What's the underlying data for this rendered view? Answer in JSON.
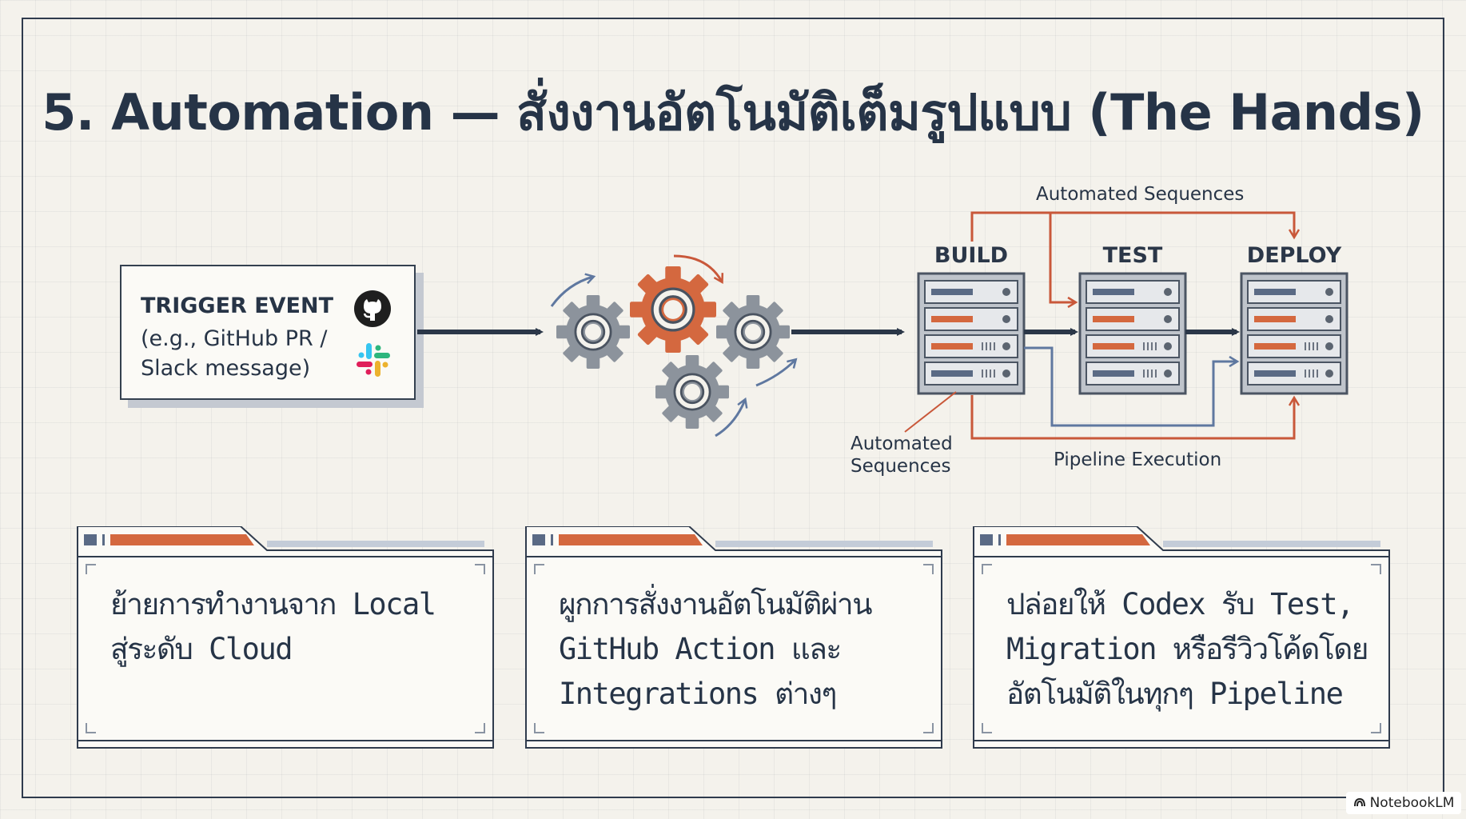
{
  "title": "5. Automation — สั่งงานอัตโนมัติเต็มรูปแบบ (The Hands)",
  "trigger": {
    "title": "TRIGGER EVENT",
    "detail": "(e.g., GitHub PR /\nSlack message)",
    "icons": [
      "github-icon",
      "slack-icon"
    ]
  },
  "stages": [
    "BUILD",
    "TEST",
    "DEPLOY"
  ],
  "annotations": {
    "top": "Automated Sequences",
    "bottom_left": "Automated\nSequences",
    "bottom": "Pipeline Execution"
  },
  "cards": [
    {
      "text": "ย้ายการทำงานจาก Local\nสู่ระดับ Cloud"
    },
    {
      "text": "ผูกการสั่งงานอัตโนมัติผ่าน\nGitHub Action และ\nIntegrations ต่างๆ"
    },
    {
      "text": "ปล่อยให้ Codex รับ Test,\nMigration หรือรีวิวโค้ดโดย\nอัตโนมัติในทุกๆ Pipeline"
    }
  ],
  "watermark": "NotebookLM",
  "colors": {
    "accent": "#d4683f",
    "steel": "#5a6a85",
    "ink": "#263447",
    "background": "#f4f2ec",
    "gear": "#8c939c"
  }
}
